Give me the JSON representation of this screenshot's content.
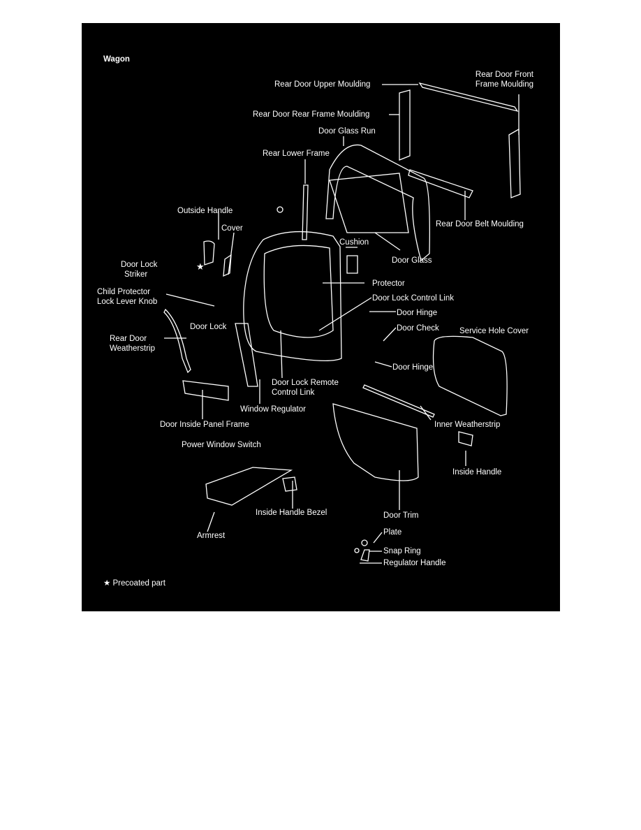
{
  "diagram": {
    "title": "Wagon",
    "labels": {
      "upper_moulding": "Rear Door Upper Moulding",
      "front_frame_moulding_1": "Rear Door Front",
      "front_frame_moulding_2": "Frame Moulding",
      "rear_frame_moulding": "Rear Door Rear Frame Moulding",
      "glass_run": "Door Glass Run",
      "rear_lower_frame": "Rear Lower Frame",
      "outside_handle": "Outside Handle",
      "belt_moulding": "Rear Door Belt Moulding",
      "cover": "Cover",
      "cushion": "Cushion",
      "door_glass": "Door Glass",
      "striker_1": "Door Lock",
      "striker_2": "Striker",
      "protector": "Protector",
      "child_knob_1": "Child Protector",
      "child_knob_2": "Lock Lever Knob",
      "control_link": "Door Lock Control Link",
      "hinge_upper": "Door Hinge",
      "door_lock": "Door Lock",
      "door_check": "Door Check",
      "service_hole_cover": "Service Hole Cover",
      "weatherstrip_1": "Rear Door",
      "weatherstrip_2": "Weatherstrip",
      "hinge_lower": "Door Hinge",
      "remote_link_1": "Door Lock Remote",
      "remote_link_2": "Control Link",
      "window_regulator": "Window Regulator",
      "inside_panel_frame": "Door Inside Panel Frame",
      "inner_weatherstrip": "Inner Weatherstrip",
      "power_window_switch": "Power Window Switch",
      "inside_handle": "Inside Handle",
      "inside_handle_bezel": "Inside Handle Bezel",
      "door_trim": "Door Trim",
      "armrest": "Armrest",
      "plate": "Plate",
      "snap_ring": "Snap Ring",
      "regulator_handle": "Regulator Handle",
      "precoated": "★ Precoated part"
    }
  }
}
